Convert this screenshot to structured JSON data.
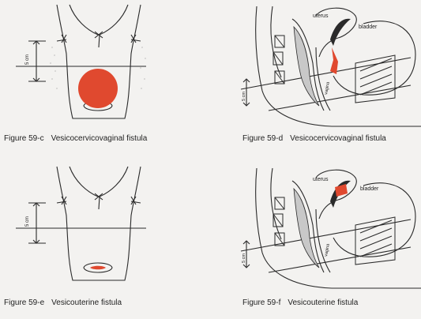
{
  "colors": {
    "lesion": "#e0492f",
    "ink": "#2a2a2a",
    "paper": "#f3f2f0"
  },
  "figures": [
    {
      "number": "Figure 59-c",
      "title": "Vesicocervicovaginal fistula",
      "measure": "5 cm"
    },
    {
      "number": "Figure 59-d",
      "title": "Vesicocervicovaginal fistula",
      "measure": "5 cm",
      "labels": {
        "uterus": "uterus",
        "bladder": "bladder",
        "vagina": "vagina"
      }
    },
    {
      "number": "Figure 59-e",
      "title": "Vesicouterine fistula",
      "measure": "5 cm"
    },
    {
      "number": "Figure 59-f",
      "title": "Vesicouterine fistula",
      "measure": "5 cm",
      "labels": {
        "uterus": "uterus",
        "bladder": "bladder",
        "vagina": "vagina"
      }
    }
  ]
}
